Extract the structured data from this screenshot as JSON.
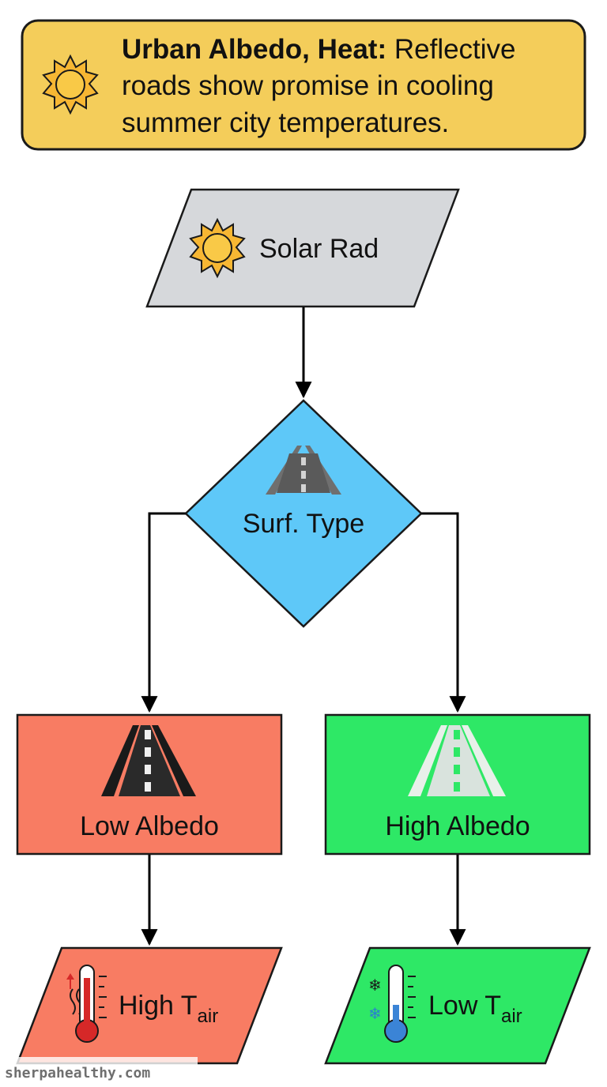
{
  "header": {
    "title_bold": "Urban Albedo, Heat:",
    "title_line1_rest": " Reflective",
    "title_line2": "roads show promise in cooling",
    "title_line3": "summer city temperatures.",
    "background_color": "#f4cd5a",
    "icon": "sun-icon"
  },
  "nodes": {
    "solar": {
      "label": "Solar Rad",
      "icon": "sun-icon",
      "color": "#d6d8db"
    },
    "decision": {
      "label": "Surf. Type",
      "icon": "road-icon",
      "color": "#5ec8f8"
    },
    "low_albedo": {
      "label": "Low Albedo",
      "icon": "dark-road-icon",
      "color": "#f87c63"
    },
    "high_albedo": {
      "label": "High Albedo",
      "icon": "light-road-icon",
      "color": "#2ee866"
    },
    "high_tair": {
      "label_main": "High T",
      "label_sub": "air",
      "icon": "hot-thermometer-icon",
      "color": "#f87c63"
    },
    "low_tair": {
      "label_main": "Low T",
      "label_sub": "air",
      "icon": "cold-thermometer-icon",
      "color": "#2ee866"
    }
  },
  "watermark": "sherpahealthy.com"
}
